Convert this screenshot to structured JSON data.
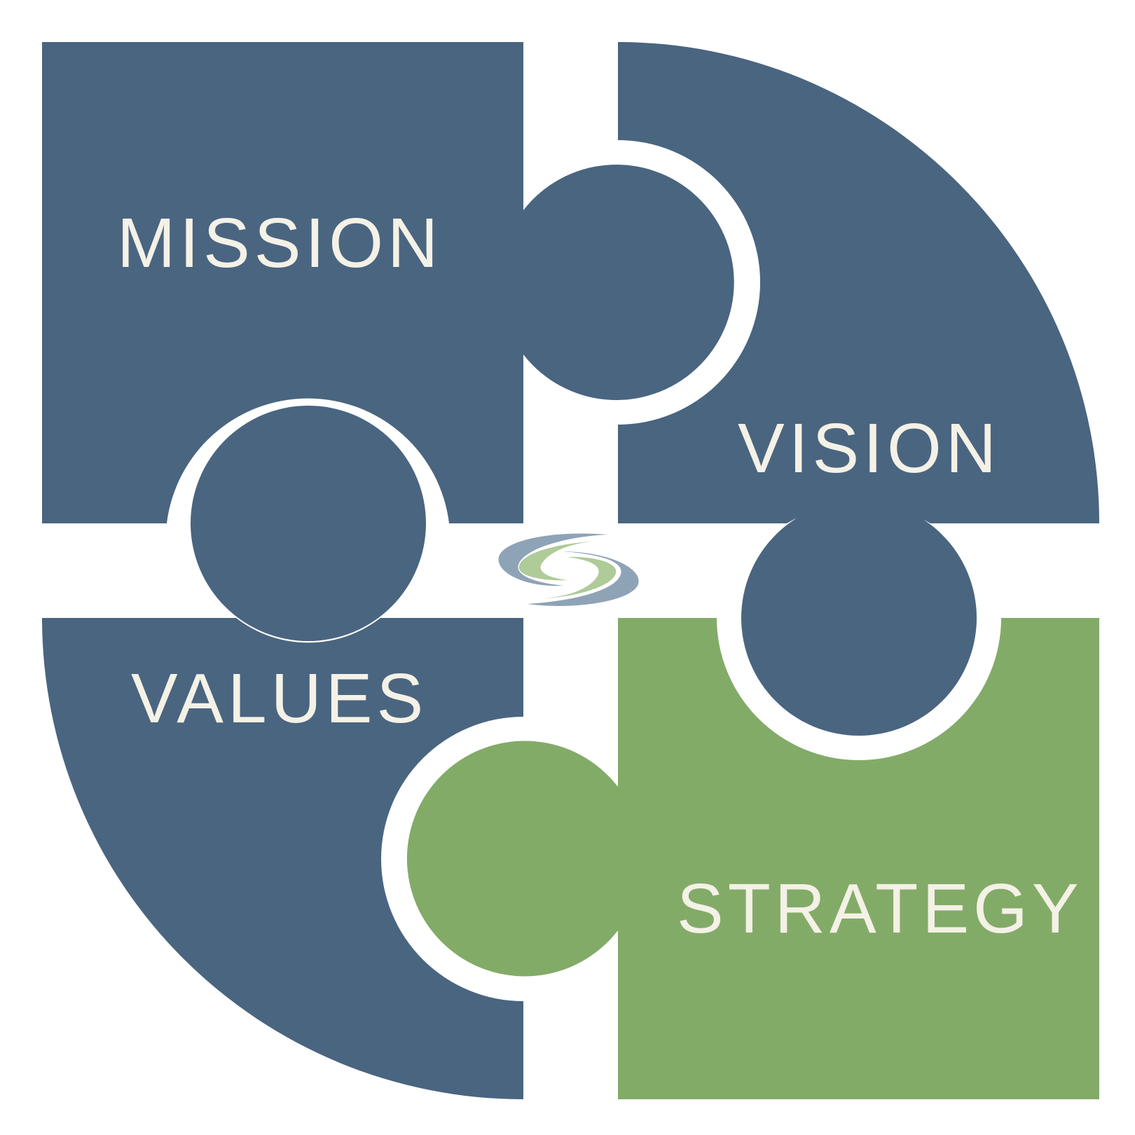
{
  "colors": {
    "background": "#ffffff",
    "blue": "#4a6580",
    "green": "#83ab68",
    "label_text": "#f4f1e6",
    "logo_blue": "#8fa3b7",
    "logo_green": "#aecb98"
  },
  "pieces": {
    "mission": {
      "label": "MISSION",
      "color_key": "blue"
    },
    "vision": {
      "label": "VISION",
      "color_key": "blue"
    },
    "values": {
      "label": "VALUES",
      "color_key": "blue"
    },
    "strategy": {
      "label": "STRATEGY",
      "color_key": "green"
    }
  },
  "center_logo": {
    "icon": "swirl-logo-icon"
  }
}
